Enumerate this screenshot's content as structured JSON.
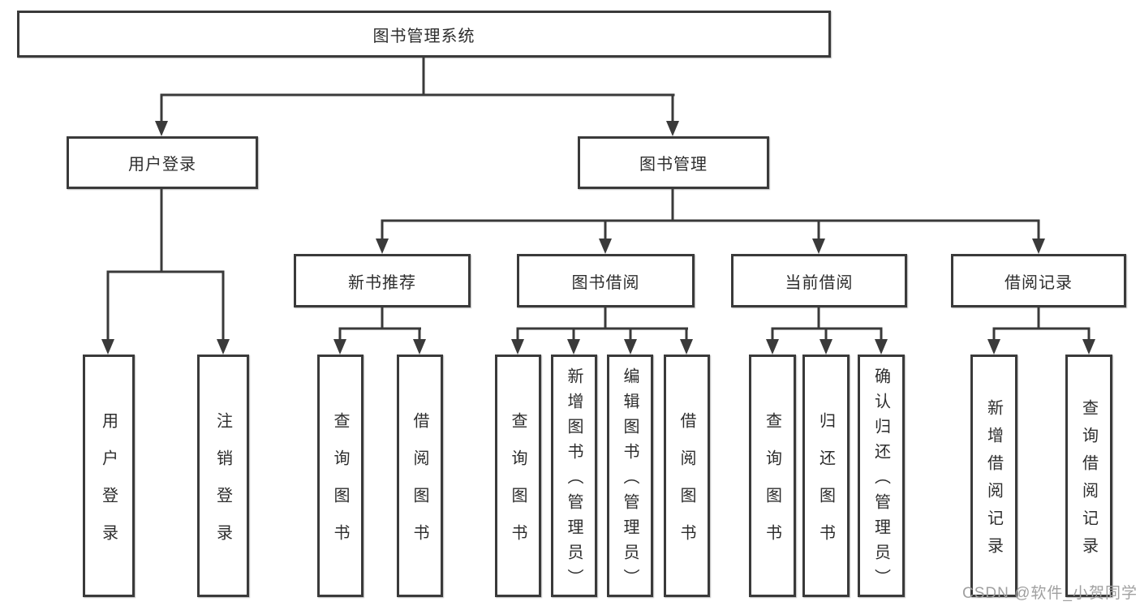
{
  "colors": {
    "line": "#3a3a3a",
    "text": "#2d2d2d",
    "box_background": "#ffffff",
    "watermark": "#a0a0a0"
  },
  "tree": {
    "label": "图书管理系统",
    "children": [
      {
        "label": "用户登录",
        "children": [
          {
            "label": "用户登录"
          },
          {
            "label": "注销登录"
          }
        ]
      },
      {
        "label": "图书管理",
        "children": [
          {
            "label": "新书推荐",
            "children": [
              {
                "label": "查询图书"
              },
              {
                "label": "借阅图书"
              }
            ]
          },
          {
            "label": "图书借阅",
            "children": [
              {
                "label": "查询图书"
              },
              {
                "label": "新增图书（管理员）"
              },
              {
                "label": "编辑图书（管理员）"
              },
              {
                "label": "借阅图书"
              }
            ]
          },
          {
            "label": "当前借阅",
            "children": [
              {
                "label": "查询图书"
              },
              {
                "label": "归还图书"
              },
              {
                "label": "确认归还（管理员）"
              }
            ]
          },
          {
            "label": "借阅记录",
            "children": [
              {
                "label": "新增借阅记录"
              },
              {
                "label": "查询借阅记录"
              }
            ]
          }
        ]
      }
    ]
  },
  "watermark": "CSDN @软件_小贺同学"
}
